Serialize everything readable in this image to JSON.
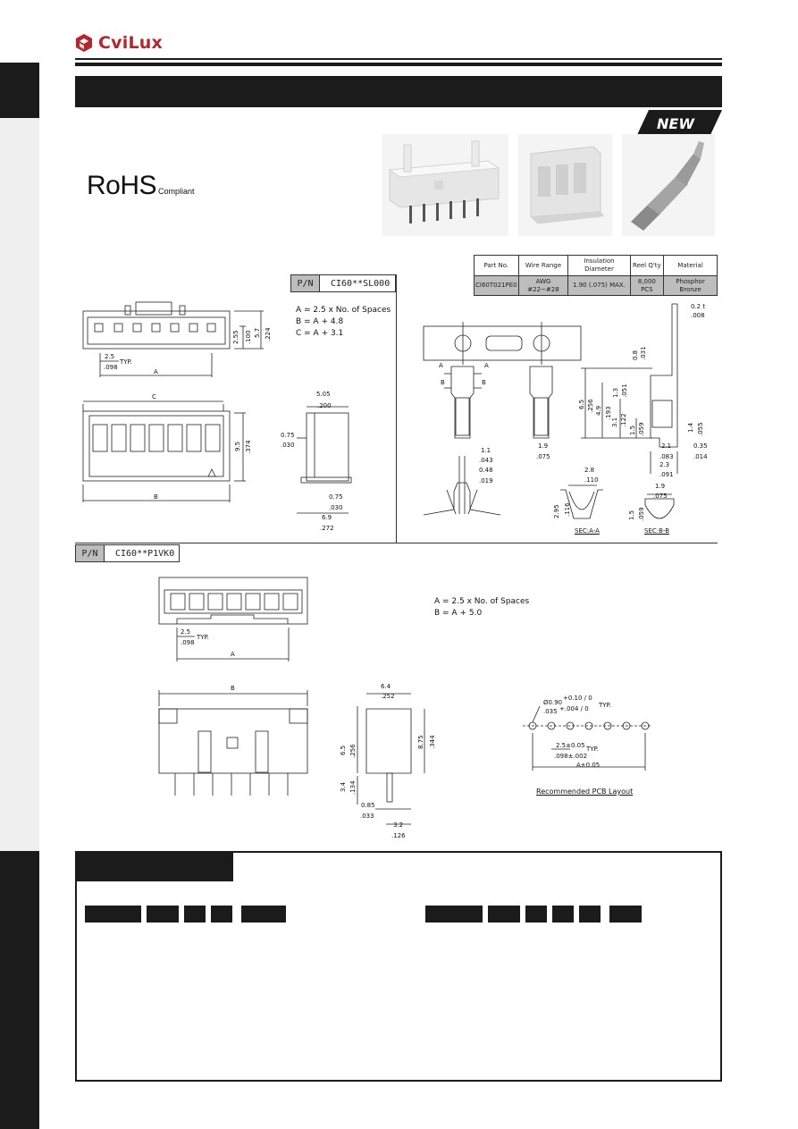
{
  "header": {
    "brand": "CviLux",
    "brand_color": "#b3262e"
  },
  "badge": {
    "label": "NEW"
  },
  "rohs": {
    "main": "RoHS",
    "sub": "Compliant"
  },
  "spec_table": {
    "headers": [
      "Part No.",
      "Wire Range",
      "Insulation Diameter",
      "Reel Q'ty",
      "Material"
    ],
    "row": [
      "CI60T021PE0",
      "AWG #22~#28",
      "1.90 (.075) MAX.",
      "8,000 PCS",
      "Phosphor Bronze"
    ]
  },
  "part1": {
    "pn_label": "P/N",
    "pn_value": "CI60**SL000",
    "formulas": [
      "A = 2.5 x No. of Spaces",
      "B = A + 4.8",
      "C = A + 3.1"
    ],
    "dims": {
      "pitch": "2.5",
      "pitch_in": ".098",
      "typ": "TYP.",
      "a": "A",
      "b": "B",
      "c": "C",
      "h255": "2.55",
      "h100": ".100",
      "h57": "5.7",
      "h224": ".224",
      "w505": "5.05",
      "w200": ".200",
      "t075": "0.75",
      "t030": ".030",
      "b075": "0.75",
      "b030": ".030",
      "w69": "6.9",
      "w272": ".272",
      "h95": "9.5",
      "h374": ".374"
    }
  },
  "terminal": {
    "dims": {
      "t02": "0.2 t",
      "t008": ".008",
      "d08": "0.8",
      "d031": ".031",
      "d13": "1.3",
      "d051": ".051",
      "d65": "6.5",
      "d256": ".256",
      "d49": "4.9",
      "d193": ".193",
      "d31": "3.1",
      "d122": ".122",
      "d15": "1.5",
      "d059": ".059",
      "d14": "1.4",
      "d055": ".055",
      "d21": "2.1",
      "d083": ".083",
      "d035": "0.35",
      "d014": ".014",
      "d23": "2.3",
      "d091": ".091",
      "d11": "1.1",
      "d043": ".043",
      "d048": "0.48",
      "d019": ".019",
      "d19": "1.9",
      "d075": ".075",
      "s28": "2.8",
      "s110": ".110",
      "s295": "2.95",
      "s116": ".116",
      "sb19": "1.9",
      "sb075": ".075",
      "sb15": "1.5",
      "sb059": ".059",
      "sec_a": "A",
      "sec_b": "B"
    },
    "sec_aa": "SEC:A-A",
    "sec_bb": "SEC:B-B"
  },
  "part2": {
    "pn_label": "P/N",
    "pn_value": "CI60**P1VK0",
    "formulas": [
      "A = 2.5 x No. of Spaces",
      "B = A + 5.0"
    ],
    "dims": {
      "pitch": "2.5",
      "pitch_in": ".098",
      "typ": "TYP.",
      "a": "A",
      "b": "B",
      "w64": "6.4",
      "w252": ".252",
      "h65": "6.5",
      "h256": ".256",
      "h875": "8.75",
      "h344": ".344",
      "h34": "3.4",
      "h134": ".134",
      "w085": "0.85",
      "w033": ".033",
      "w32": "3.2",
      "w126": ".126",
      "hole": "Ø0.90",
      "hole_tol": "+0.10 / 0",
      "hole_in": ".035",
      "hole_in_tol": "+.004 / 0",
      "pcb_pitch": "2.5±0.05",
      "pcb_pitch_in": ".098±.002",
      "pcb_a": "A±0.05"
    },
    "pcb_caption": "Recommended PCB Layout"
  }
}
